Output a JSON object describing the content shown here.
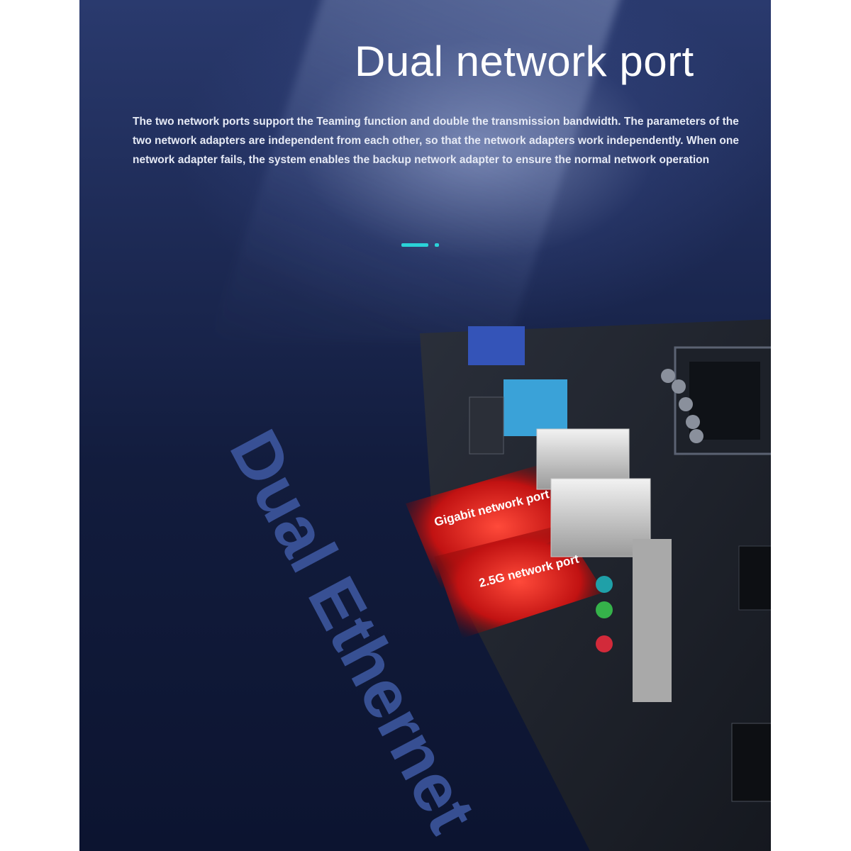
{
  "title": "Dual network port",
  "description": "The two network ports support the Teaming function and double the transmission bandwidth. The parameters of the two network adapters are independent from each other, so that the network adapters work independently. When one network adapter fails, the system enables the backup network adapter to ensure the normal network operation",
  "watermark_text": "Dual Ethernet",
  "ports": {
    "gigabit_label": "Gigabit network port",
    "two_five_g_label": "2.5G network port"
  },
  "colors": {
    "background_top": "#2a3a6e",
    "background_bottom": "#0c1430",
    "accent": "#2ad2d8",
    "glow_red": "#e01a1a",
    "watermark": "#3f5aa4"
  }
}
